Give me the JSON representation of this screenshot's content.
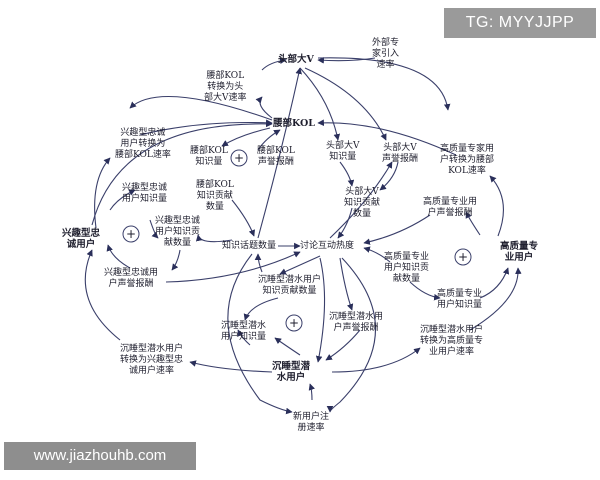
{
  "watermark_top": "TG: MYYJJPP",
  "watermark_bottom": "www.jiazhouhb.com",
  "loop_marker": "+",
  "nodes": {
    "head_v": "头部大V",
    "external_expert": "外部专\n家引入\n速率",
    "waist_to_head_rate": "腰部KOL\n转换为头\n部大V速率",
    "waist_kol": "腰部KOL",
    "interest_to_waist_rate": "兴趣型忠诚\n用户转换为\n腰部KOL速率",
    "waist_knowledge": "腰部KOL\n知识量",
    "waist_reputation": "腰部KOL\n声誉报酬",
    "waist_contribution": "腰部KOL\n知识贡献\n数量",
    "head_knowledge": "头部大V\n知识量",
    "head_reputation": "头部大V\n声誉报酬",
    "head_contribution": "头部大V\n知识贡献\n数量",
    "hq_to_waist_rate": "高质量专家用\n户转换为腰部\nKOL速率",
    "interest_knowledge": "兴趣型忠诚\n用户知识量",
    "interest_contribution": "兴趣型忠诚\n用户知识贡\n献数量",
    "interest_loyal_user": "兴趣型忠\n诚用户",
    "interest_reputation": "兴趣型忠诚用\n户声誉报酬",
    "topic_count": "知识话题数量",
    "discussion_heat": "讨论互动热度",
    "hq_reputation": "高质量专业用\n户声誉报酬",
    "hq_contribution": "高质量专业\n用户知识贡\n献数量",
    "hq_user": "高质量专\n业用户",
    "hq_knowledge": "高质量专业\n用户知识量",
    "dormant_contribution": "沉睡型潜水用户\n知识贡献数量",
    "dormant_knowledge": "沉睡型潜水\n用户知识量",
    "dormant_reputation": "沉睡型潜水用\n户声誉报酬",
    "dormant_to_interest_rate": "沉睡型潜水用户\n转换为兴趣型忠\n诚用户速率",
    "dormant_to_hq_rate": "沉睡型潜水用户\n转换为高质量专\n业用户速率",
    "dormant_user": "沉睡型潜\n水用户",
    "new_user_rate": "新用户注\n册速率"
  }
}
